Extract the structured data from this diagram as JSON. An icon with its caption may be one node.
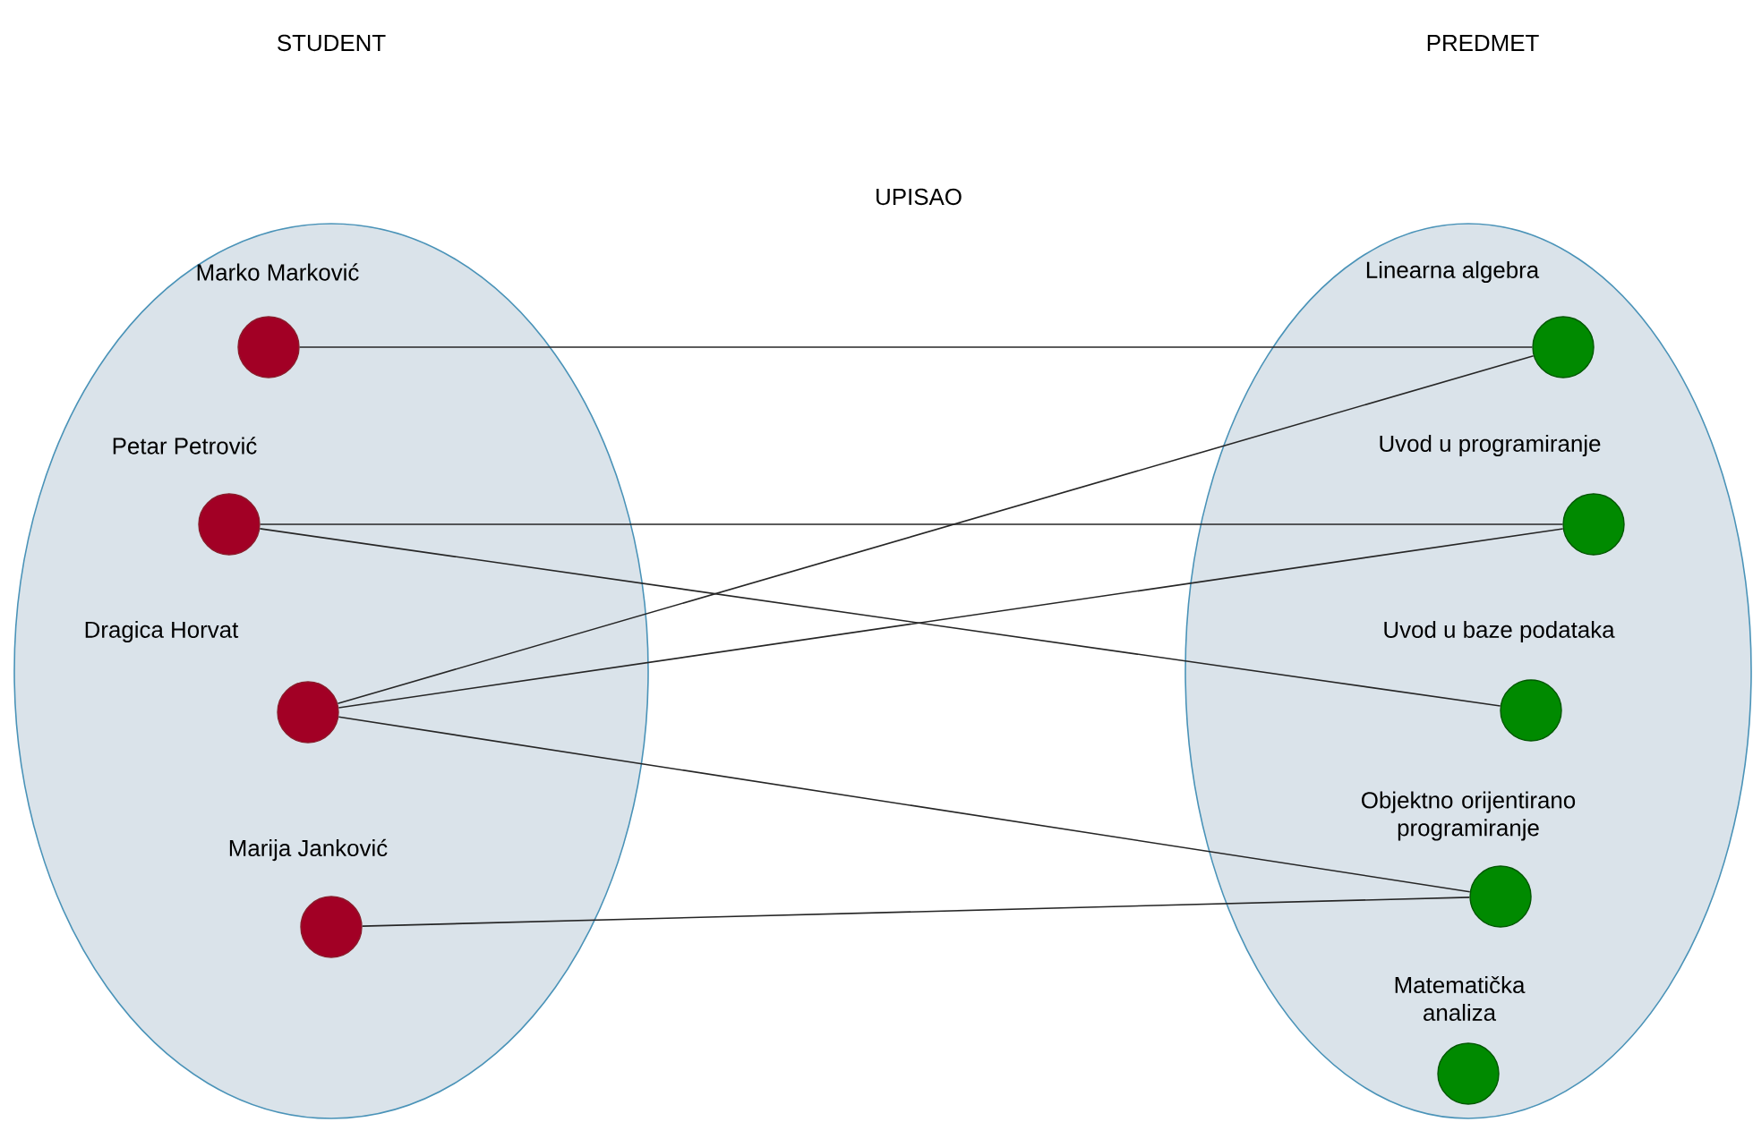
{
  "diagram": {
    "nodes": [
      {
        "text": [],
        "shape": "ellipse"
      },
      {
        "text": [
          "Marko Marković"
        ],
        "in": 0
      },
      {
        "text": [
          "Petar Petrović"
        ],
        "in": 0
      },
      {
        "text": [
          "Dragica Horvat"
        ],
        "in": 0
      },
      {
        "text": [
          "Marija Janković"
        ],
        "in": 0
      },
      {
        "text": [],
        "shape": "ellipse"
      },
      {
        "text": [
          "Linearna algebra"
        ],
        "in": 5
      },
      {
        "text": [
          "Uvod u programiranje"
        ],
        "in": 5
      },
      {
        "text": [
          "Uvod u baze podataka"
        ],
        "in": 5
      },
      {
        "text": [
          "Objektno orijentirano programiranje"
        ],
        "in": 5
      },
      {
        "text": [
          "Matematička analiza"
        ],
        "in": 5
      }
    ],
    "edges": [
      {
        "from": 1,
        "to": 6,
        "arrow": "none"
      },
      {
        "from": 2,
        "to": 7,
        "arrow": "none"
      },
      {
        "from": 2,
        "to": 8,
        "arrow": "none"
      },
      {
        "from": 3,
        "to": 6,
        "arrow": "none"
      },
      {
        "from": 3,
        "to": 7,
        "arrow": "none"
      },
      {
        "from": 3,
        "to": 9,
        "arrow": "none"
      },
      {
        "from": 4,
        "to": 9,
        "arrow": "none"
      }
    ],
    "labels": [
      "STUDENT",
      "PREDMET",
      "UPISAO"
    ]
  }
}
